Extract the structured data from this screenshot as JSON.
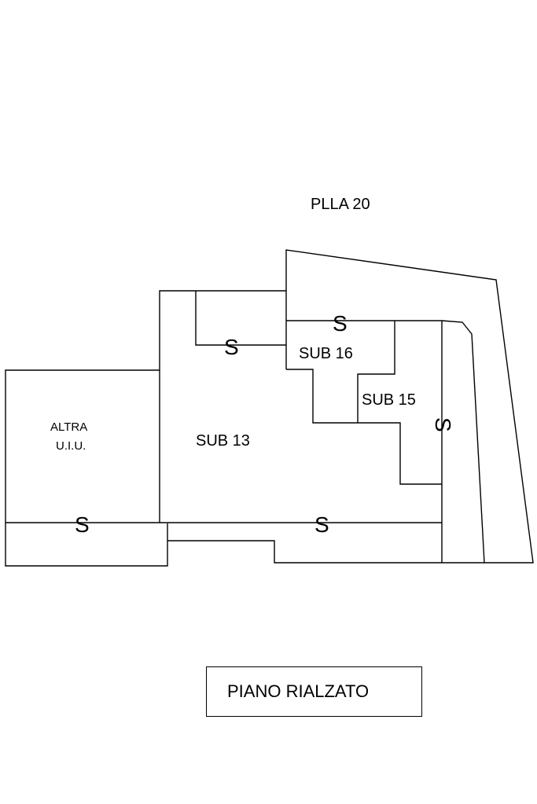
{
  "parcel": "PLLA 20",
  "units": {
    "other_unit_line1": "ALTRA",
    "other_unit_line2": "U.I.U.",
    "sub13": "SUB 13",
    "sub15": "SUB 15",
    "sub16": "SUB 16"
  },
  "marker": "S",
  "floor_title": "PIANO RIALZATO"
}
